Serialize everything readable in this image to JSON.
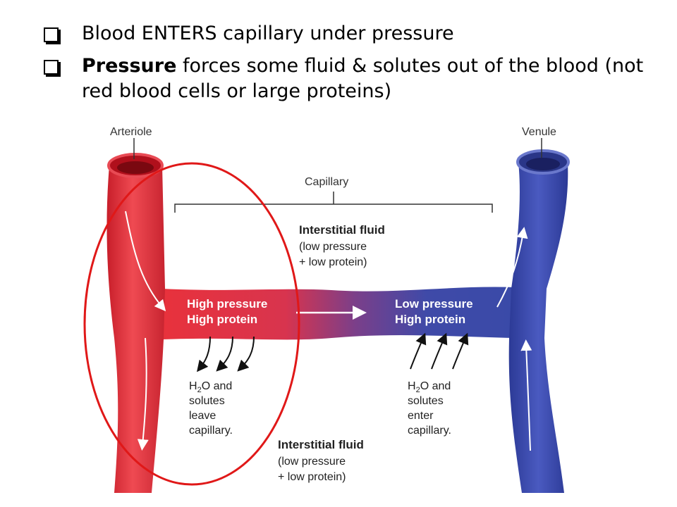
{
  "bullets": [
    {
      "bold": "",
      "text": "Blood ENTERS capillary under pressure"
    },
    {
      "bold": "Pressure",
      "text": " forces some fluid & solutes out of the blood (not red blood cells or large proteins)"
    }
  ],
  "diagram": {
    "arteriole": "Arteriole",
    "venule": "Venule",
    "capillary": "Capillary",
    "top_fluid": {
      "title": "Interstitial fluid",
      "line1": "(low pressure",
      "line2": "+ low protein)"
    },
    "bottom_fluid": {
      "title": "Interstitial fluid",
      "line1": "(low pressure",
      "line2": "+ low protein)"
    },
    "left_state": {
      "line1": "High pressure",
      "line2": "High protein"
    },
    "right_state": {
      "line1": "Low pressure",
      "line2": "High protein"
    },
    "leave": {
      "h": "H",
      "sub": "2",
      "rest": "O and",
      "line2": "solutes",
      "line3": "leave",
      "line4": "capillary."
    },
    "enter": {
      "h": "H",
      "sub": "2",
      "rest": "O and",
      "line2": "solutes",
      "line3": "enter",
      "line4": "capillary."
    },
    "colors": {
      "arterial": "#e8323c",
      "venous": "#3a4aa8",
      "highlight_circle": "#e01818"
    }
  }
}
